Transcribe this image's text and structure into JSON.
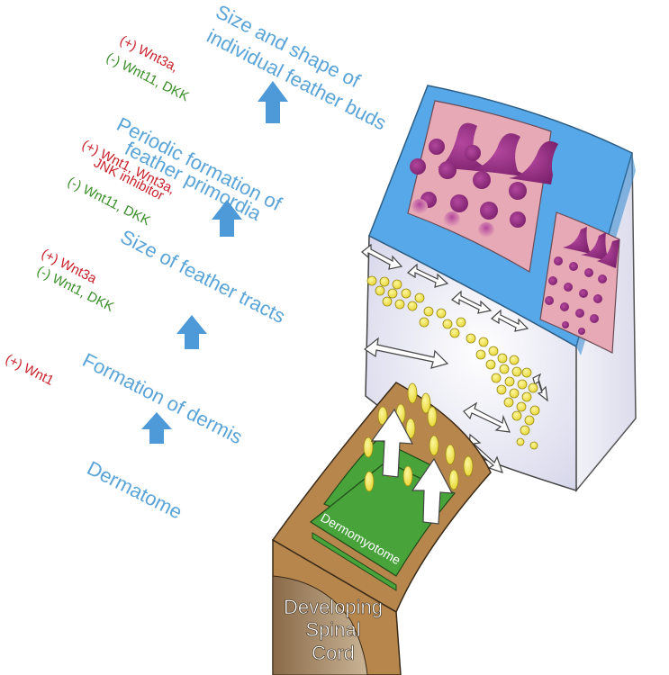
{
  "colors": {
    "stage_blue": "#5aa4d8",
    "arrow_blue": "#4e9ad8",
    "positive_red": "#c8202a",
    "negative_green": "#3b8f2a",
    "skin_blue": "#57a8e8",
    "epidermis_pink": "#e8a9b6",
    "bud_purple": "#8b2a7a",
    "dermis_lavender": "#e6e6f2",
    "cell_yellow": "#f4e642",
    "somite_brown": "#b7864d",
    "dermomyotome_green": "#47a33a",
    "cord_tan": "#a48862"
  },
  "stages": {
    "s1": "Dermatome",
    "s2": "Formation of dermis",
    "s3": "Size of feather tracts",
    "s4a": "Periodic formation of",
    "s4b": "feather primordia",
    "s5a": "Size and shape of",
    "s5b": "individual feather buds"
  },
  "regulators": {
    "r1_pos": "(+) Wnt1",
    "r2_pos": "(+) Wnt3a",
    "r2_neg": "(-) Wnt1, DKK",
    "r3_pos_a": "(+) Wnt1, Wnt3a,",
    "r3_pos_b": "JNK inhibitor",
    "r3_neg": "(-) Wnt11, DKK",
    "r4_pos": "(+) Wnt3a,",
    "r4_neg": "(-) Wnt11, DKK"
  },
  "illustration": {
    "dermomyotome_label": "Dermomyotome",
    "cord_line1": "Developing",
    "cord_line2": "Spinal",
    "cord_line3": "Cord"
  },
  "icons": [
    "stage-arrow-icon",
    "migration-arrow-icon",
    "double-headed-arrow-icon"
  ]
}
